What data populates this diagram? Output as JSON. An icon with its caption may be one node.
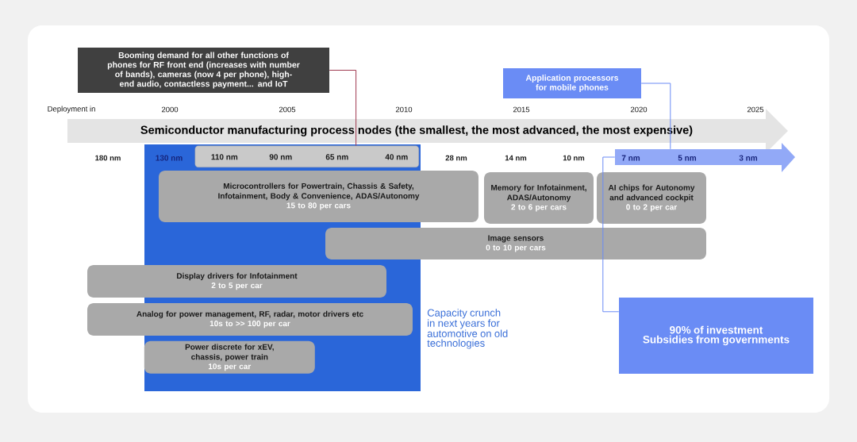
{
  "diagram": {
    "nodes": [
      {
        "text": [
          "Booming demand for all other functions of phones for RF front end (increases with number of bands), cameras (now 4 per phone), high-end audio, contactless payment... and IoT"
        ]
      },
      {
        "text": [
          "Application processors for mobile phones"
        ]
      },
      {
        "text": [
          "Semiconductor manufacturing process nodes (the smallest, the most advanced, the most expensive)"
        ]
      },
      {
        "text": [
          "130 nm"
        ]
      },
      {
        "text": [
          "110 nm",
          "90 nm",
          "65 nm",
          "40 nm"
        ],
        "in": 3
      },
      {
        "text": [
          "7 nm",
          "5 nm",
          "3 nm"
        ]
      },
      {
        "text": [
          "Microcontrollers for Powertrain, Chassis & Safety, Infotainment, Body & Convenience, ADAS/Autonomy",
          "15 to 80 per cars"
        ]
      },
      {
        "text": [
          "Memory for Infotainment, ADAS/Autonomy",
          "2 to 6 per cars"
        ]
      },
      {
        "text": [
          "AI chips for Autonomy and advanced cockpit",
          "0 to 2 per car"
        ]
      },
      {
        "text": [
          "Image sensors",
          "0 to 10 per cars"
        ]
      },
      {
        "text": [
          "Display drivers for Infotainment",
          "2 to 5 per car"
        ]
      },
      {
        "text": [
          "Analog for power management, RF, radar, motor drivers etc",
          "10s to >> 100 per car"
        ]
      },
      {
        "text": [
          "Power discrete for xEV, chassis, power train",
          "10s per car"
        ],
        "in": 3
      },
      {
        "text": [
          "90% of investment",
          "Subsidies from governments"
        ]
      }
    ],
    "edges": [
      {
        "from": 0,
        "to": 4,
        "arrow": "none",
        "color": "#a03a50"
      },
      {
        "from": 1,
        "to": 5,
        "arrow": "none"
      },
      {
        "from": 13,
        "to": 5,
        "arrow": "none"
      }
    ],
    "labels": [
      "Deployment in",
      "2000",
      "2005",
      "2010",
      "2015",
      "2020",
      "2025",
      "180 nm",
      "28 nm",
      "14 nm",
      "10 nm",
      "Capacity crunch in next years for automotive on old technologies"
    ]
  }
}
